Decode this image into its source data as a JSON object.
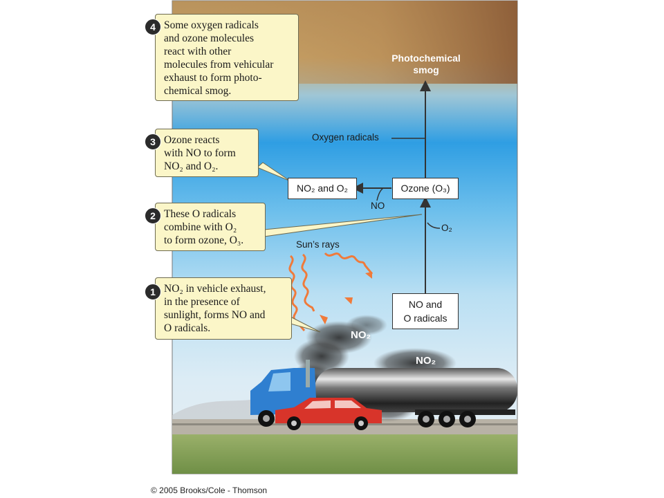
{
  "callouts": [
    {
      "num": "4",
      "lines": [
        "Some oxygen radicals",
        "and ozone molecules",
        "react with other",
        "molecules from vehicular",
        "exhaust to form photo-",
        "chemical smog."
      ]
    },
    {
      "num": "3",
      "lines": [
        "Ozone reacts",
        "with NO to form",
        "NO₂ and O₂."
      ]
    },
    {
      "num": "2",
      "lines": [
        "These O radicals",
        "combine with O₂",
        "to form ozone, O₃."
      ]
    },
    {
      "num": "1",
      "lines": [
        "NO₂ in vehicle exhaust,",
        "in the presence of",
        "sunlight, forms NO and",
        "O radicals."
      ]
    }
  ],
  "labels": {
    "smog_line1": "Photochemical",
    "smog_line2": "smog",
    "oxygen_radicals": "Oxygen radicals",
    "no2_and_o2": "NO₂ and O₂",
    "ozone": "Ozone (O₃)",
    "no": "NO",
    "o2": "O₂",
    "suns_rays": "Sun’s rays",
    "no_line1": "NO and",
    "no_line2": "O radicals",
    "no2_a": "NO₂",
    "no2_b": "NO₂"
  },
  "copyright": "© 2005 Brooks/Cole - Thomson",
  "colors": {
    "callout_bg": "#fbf6c8",
    "ray_orange": "#f07a3a",
    "sky_blue": "#3aa6e6",
    "smog_brown": "#8a6a45",
    "truck_blue": "#2f7fd0",
    "car_red": "#d8342a",
    "grass": "#8aa85e"
  }
}
